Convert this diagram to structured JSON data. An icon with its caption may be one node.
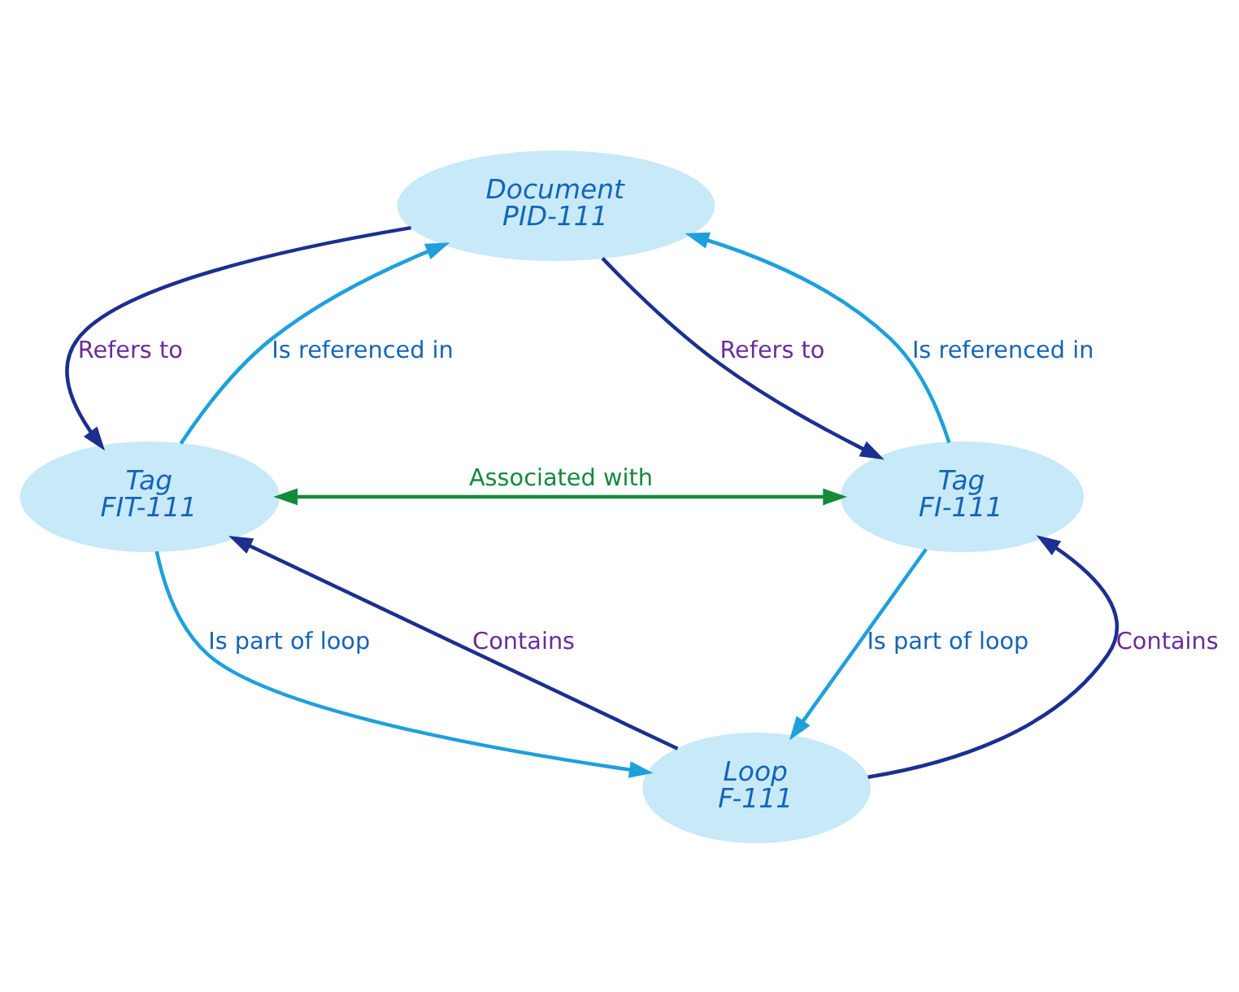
{
  "diagram": {
    "nodes": [
      {
        "text": [
          "Document",
          "PID-111"
        ]
      },
      {
        "text": [
          "Tag",
          "FIT-111"
        ]
      },
      {
        "text": [
          "Tag",
          "FI-111"
        ]
      },
      {
        "text": [
          "Loop",
          "F-111"
        ]
      }
    ],
    "edges": [
      {
        "from": 1,
        "to": 0,
        "arrow": "to",
        "label": "Is referenced in",
        "color": "#1ea0dc"
      },
      {
        "from": 2,
        "to": 0,
        "arrow": "to",
        "label": "Is referenced in",
        "color": "#1ea0dc"
      },
      {
        "from": 0,
        "to": 1,
        "arrow": "to",
        "label": "Refers to",
        "color": "#1c2f91"
      },
      {
        "from": 0,
        "to": 2,
        "arrow": "to",
        "label": "Refers to",
        "color": "#1c2f91"
      },
      {
        "from": 1,
        "to": 2,
        "arrow": "both",
        "label": "Associated with",
        "color": "#138a3c"
      },
      {
        "from": 3,
        "to": 1,
        "arrow": "to",
        "label": "Contains",
        "color": "#1c2f91"
      },
      {
        "from": 3,
        "to": 2,
        "arrow": "to",
        "label": "Contains",
        "color": "#1c2f91"
      },
      {
        "from": 1,
        "to": 3,
        "arrow": "to",
        "label": "Is part of loop",
        "color": "#1ea0dc"
      },
      {
        "from": 2,
        "to": 3,
        "arrow": "to",
        "label": "Is part of loop",
        "color": "#1ea0dc"
      }
    ]
  }
}
